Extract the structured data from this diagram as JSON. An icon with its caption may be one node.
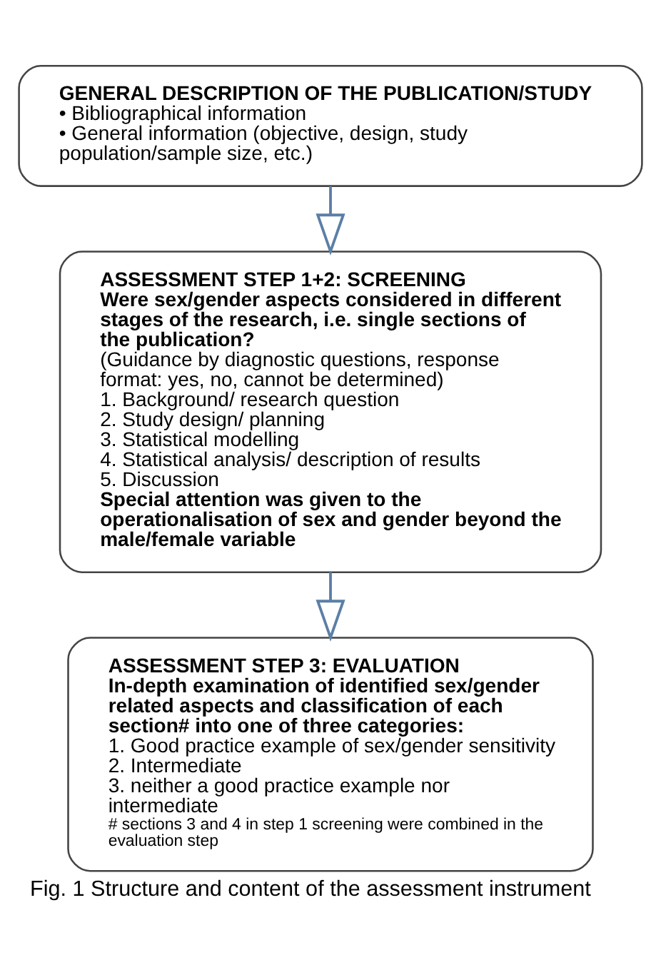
{
  "diagram": {
    "caption": "Fig. 1 Structure and content of the assessment instrument",
    "nodes": [
      {
        "text": [
          "GENERAL DESCRIPTION OF THE PUBLICATION/STUDY",
          "• Bibliographical information",
          "• General information (objective, design, study population/sample size, etc.)"
        ]
      },
      {
        "text": [
          "ASSESSMENT STEP 1+2: SCREENING",
          "Were sex/gender aspects considered in different stages of the research, i.e. single sections of the publication?",
          "(Guidance by diagnostic questions, response format: yes, no, cannot be determined)",
          "1. Background/ research question",
          "2. Study design/ planning",
          "3. Statistical modelling",
          "4. Statistical analysis/ description of results",
          "5. Discussion",
          "Special attention was given to the operationalisation of sex and gender beyond the male/female variable"
        ]
      },
      {
        "text": [
          "ASSESSMENT STEP 3: EVALUATION",
          "In-depth examination of identified sex/gender related aspects and classification of each section# into one of three categories:",
          "1. Good practice example of sex/gender sensitivity",
          "2. Intermediate",
          "3. neither a good practice example nor intermediate",
          "# sections 3 and 4 in step 1 screening were combined in the evaluation step"
        ]
      }
    ],
    "edges": [
      {
        "from": 0,
        "to": 1,
        "arrow": "to"
      },
      {
        "from": 1,
        "to": 2,
        "arrow": "to"
      }
    ]
  }
}
